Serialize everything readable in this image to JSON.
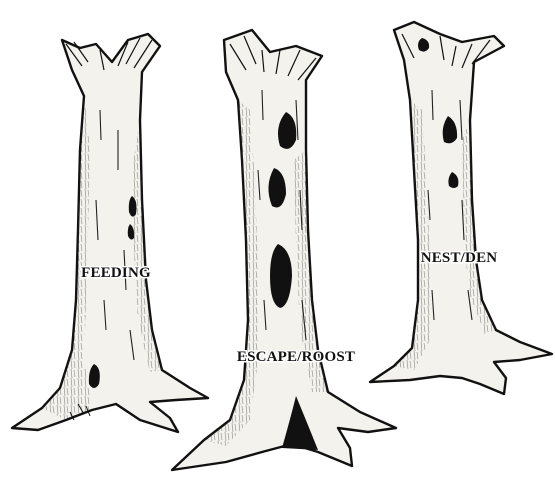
{
  "diagram": {
    "labels": {
      "feeding": "FEEDING",
      "escape_roost": "ESCAPE/ROOST",
      "nest_den": "NEST/DEN"
    },
    "trees": [
      {
        "name": "feeding-snag",
        "cavity_count": 3
      },
      {
        "name": "escape-roost-snag",
        "cavity_count": 4
      },
      {
        "name": "nest-den-snag",
        "cavity_count": 3
      }
    ],
    "colors": {
      "ink": "#111111",
      "bark": "#f4f2ec",
      "background": "#ffffff"
    }
  }
}
